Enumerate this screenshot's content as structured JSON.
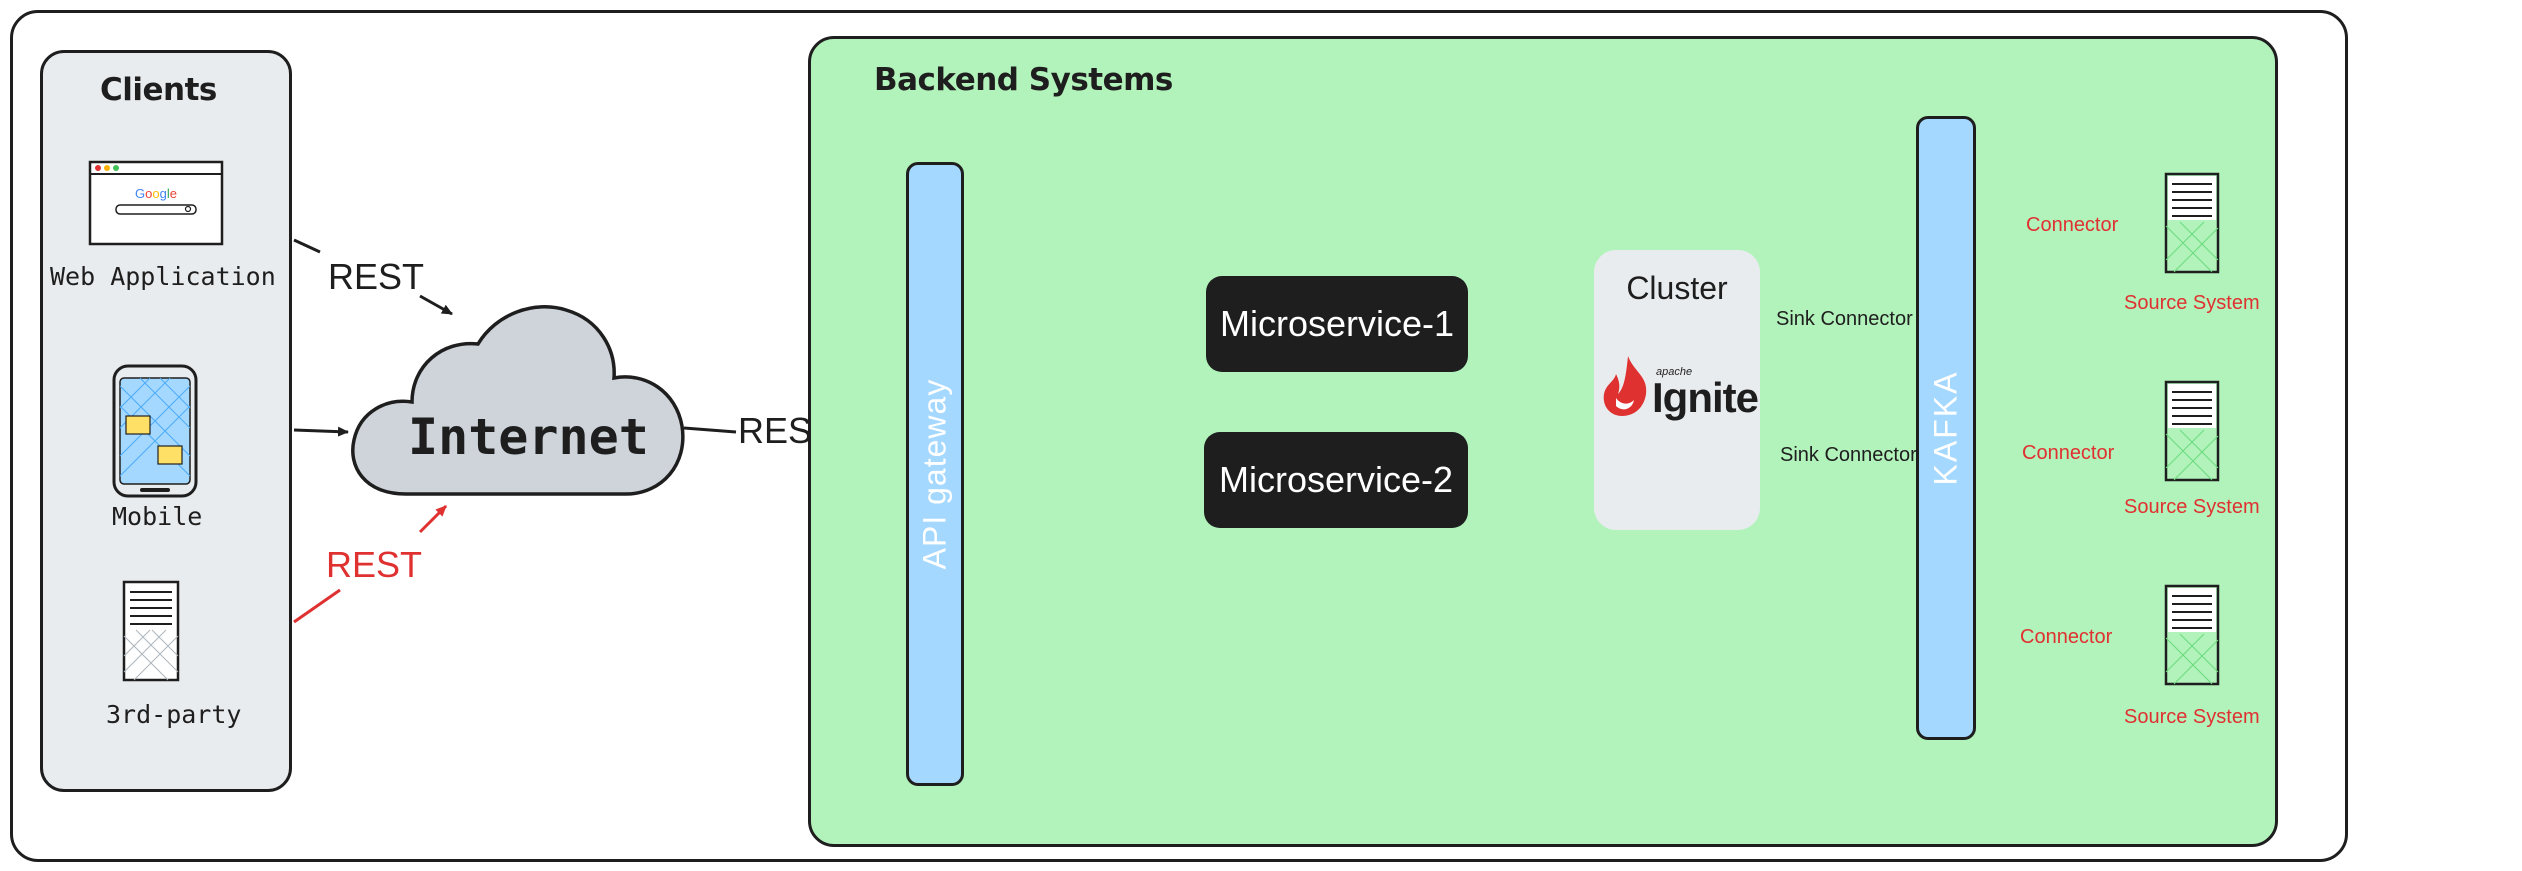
{
  "clients": {
    "title": "Clients",
    "web_app_label": "Web Application",
    "mobile_label": "Mobile",
    "third_party_label": "3rd-party"
  },
  "internet": {
    "label": "Internet",
    "rest_top": "REST",
    "rest_bottom": "REST",
    "rest_out": "REST"
  },
  "backend": {
    "title": "Backend Systems",
    "gateway_label": "API  gateway",
    "microservices": [
      "Microservice-1",
      "Microservice-2"
    ],
    "cluster_label": "Cluster",
    "logo_small": "apache",
    "logo_word": "Ignite",
    "kafka_label": "KAFKA",
    "sink_connectors": [
      "Sink Connector",
      "Sink Connector"
    ]
  },
  "sources": {
    "connector_label": "Connector",
    "items": [
      "Source System",
      "Source System",
      "Source System"
    ]
  },
  "colors": {
    "outline": "#1e1e1e",
    "client_panel": "#e9ecef",
    "backend_panel": "#b2f2bb",
    "bar_fill": "#a5d8ff",
    "cloud_fill": "#ced4da",
    "accent_red": "#e03131",
    "google_blue": "#4285f4"
  }
}
